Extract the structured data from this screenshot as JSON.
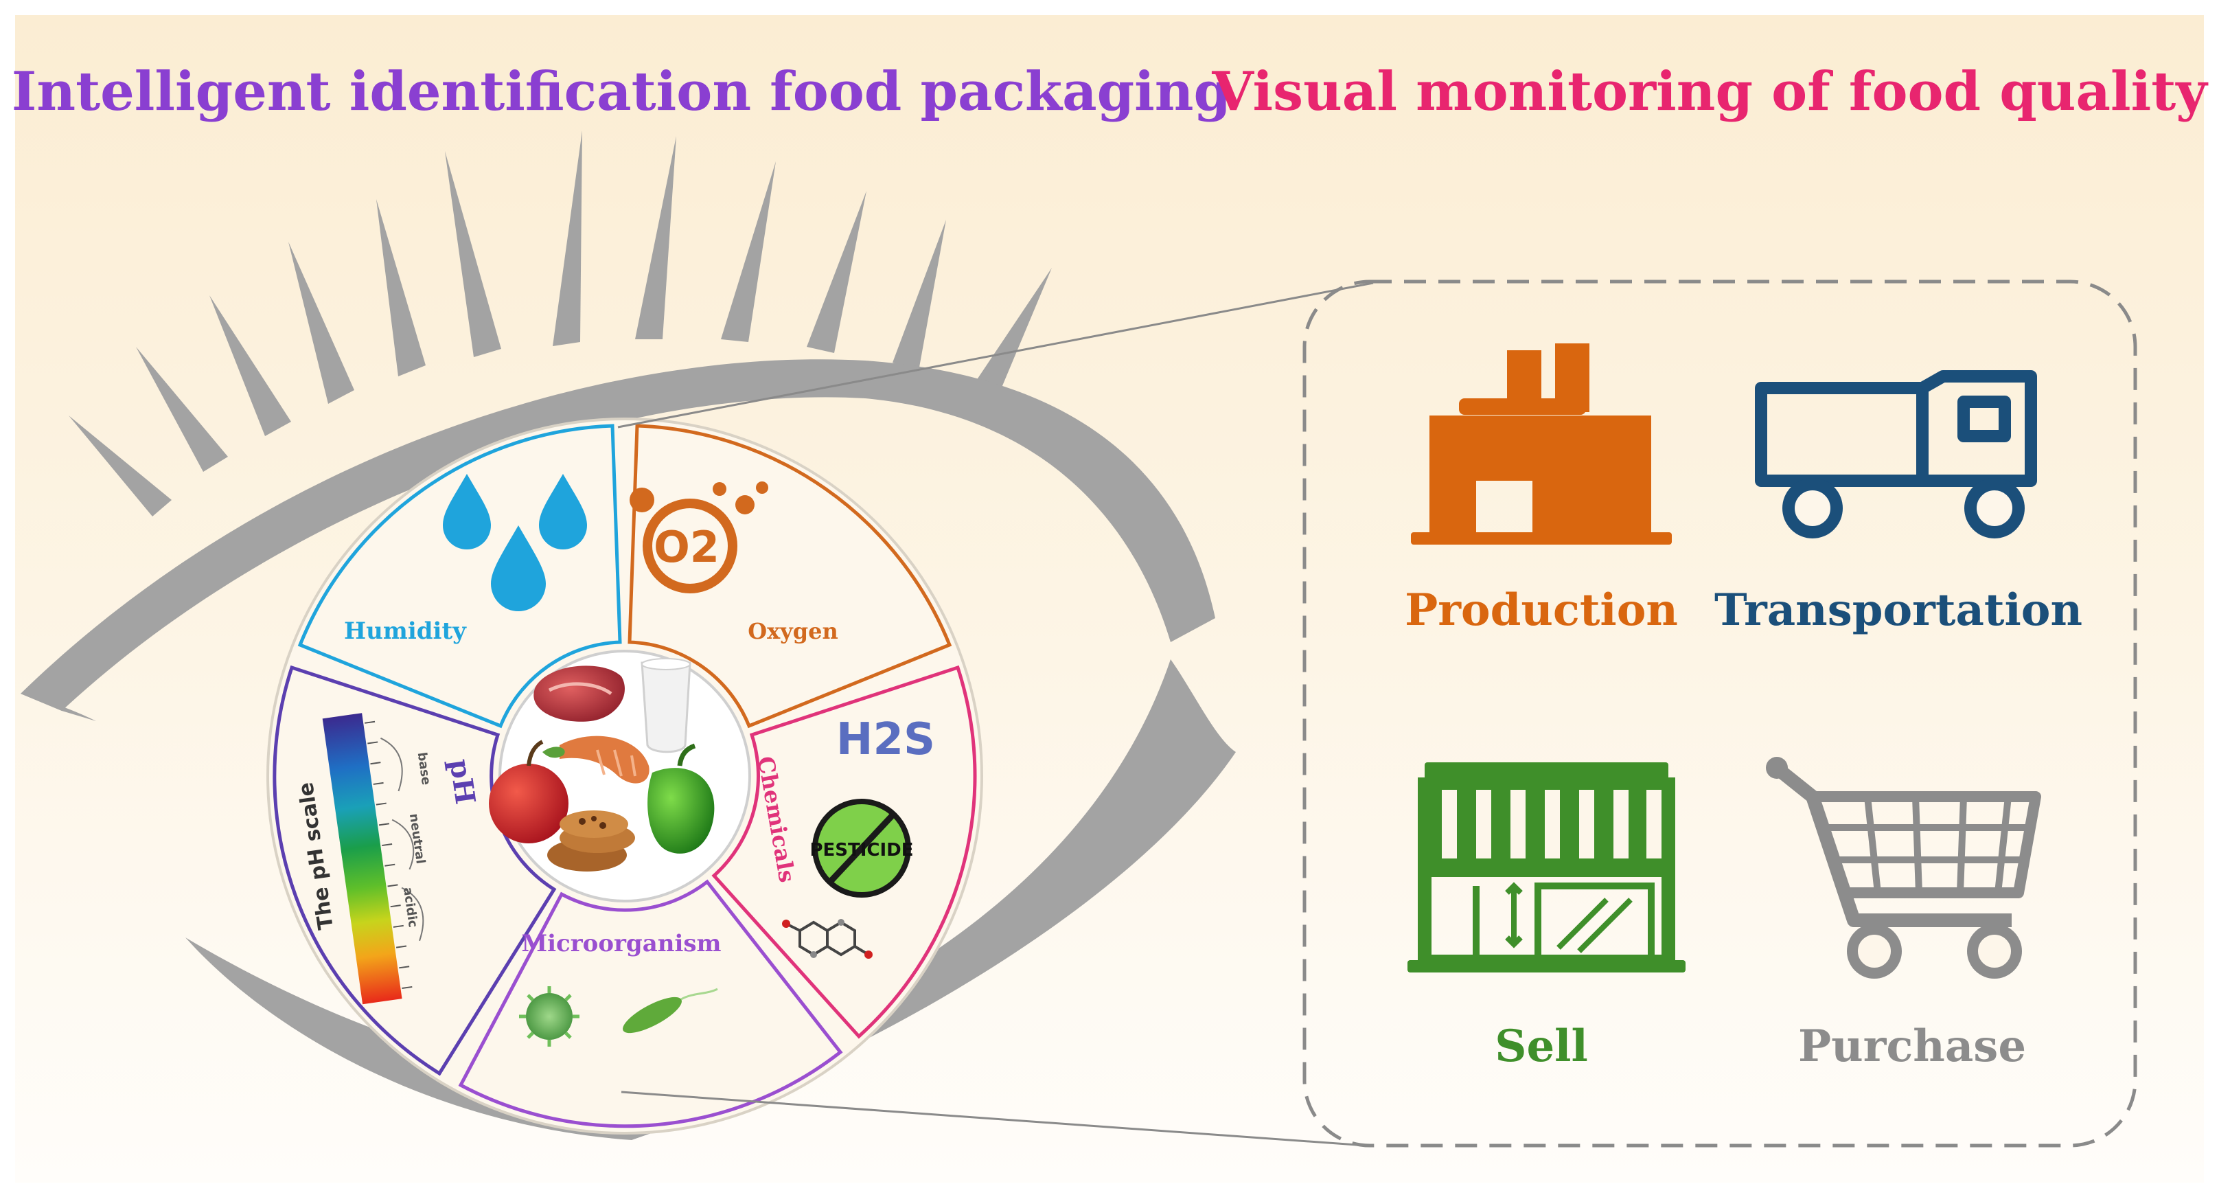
{
  "titles": {
    "left": "Intelligent identification food packaging",
    "right": "Visual monitoring of food quality"
  },
  "segments": {
    "humidity": "Humidity",
    "oxygen": "Oxygen",
    "oxygen_formula": "O2",
    "chemicals": "Chemicals",
    "h2s": "H2S",
    "pesticide": "PESTICIDE",
    "microorganism": "Microorganism",
    "ph": "pH",
    "ph_scale": "The pH scale",
    "ph_base": "base",
    "ph_neutral": "neutral",
    "ph_acidic": "acidic"
  },
  "stages": {
    "production": "Production",
    "transportation": "Transportation",
    "sell": "Sell",
    "purchase": "Purchase"
  },
  "colors": {
    "left_title": "#8a3fd1",
    "right_title": "#e8256f",
    "humidity": "#1fa4dc",
    "oxygen": "#d2691e",
    "chemicals": "#e0337a",
    "microorganism": "#9a4fd0",
    "ph": "#5b3fb0",
    "production": "#d9660f",
    "transportation": "#1b4f7a",
    "sell": "#3f8f2a",
    "purchase": "#8c8c8c",
    "eye": "#a3a3a3"
  }
}
